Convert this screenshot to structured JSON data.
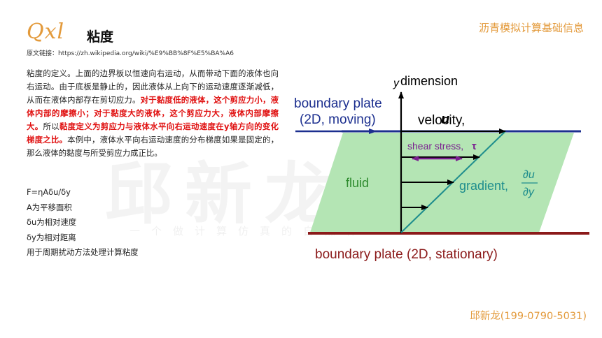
{
  "header": {
    "logo": "Qxl",
    "title": "粘度",
    "brand": "沥青模拟计算基础信息",
    "source": "原文链接：https://zh.wikipedia.org/wiki/%E9%BB%8F%E5%BA%A6"
  },
  "body": {
    "p_intro": "粘度的定义。上面的边界板以恒速向右运动，从而带动下面的液体也向右运动。由于底板是静止的，因此液体从上向下的运动速度逐渐减低，从而在液体内部存在剪切应力。",
    "p_red1": "对于黏度低的液体，这个剪应力小，液体内部的摩擦小；对于黏度大的液体，这个剪应力大，液体内部摩擦大。",
    "p_mid": "所以",
    "p_red2": "黏度定义为剪应力与液体水平向右运动速度在y轴方向的变化梯度之比。",
    "p_end": "本例中，液体水平向右运动速度的分布梯度如果是固定的，那么液体的黏度与所受剪应力成正比。"
  },
  "formulas": [
    "F=ηAδu/δy",
    "A为平移面积",
    "δu为相对速度",
    "δy为相对距离",
    "用于周期扰动方法处理计算粘度"
  ],
  "footer": {
    "contact": "邱新龙(199-0790-5031)"
  },
  "watermark": {
    "big": "邱新龙",
    "line": "一个做计算仿真的自媒体"
  },
  "diagram": {
    "top_plate_label_line1": "boundary plate",
    "top_plate_label_line2": "(2D, moving)",
    "y_axis_label": "y",
    "y_axis_word": "dimension",
    "velocity_label": "velocity,",
    "velocity_symbol": "u",
    "shear_label": "shear stress,",
    "shear_symbol": "τ",
    "fluid_label": "fluid",
    "gradient_label": "gradient,",
    "gradient_num": "∂u",
    "gradient_den": "∂y",
    "bottom_plate_label": "boundary plate (2D, stationary)",
    "colors": {
      "fluid": "#b4e5b4",
      "top_plate": "#1c2f8f",
      "bottom_plate": "#8b1a1a",
      "label_blue": "#1c2f8f",
      "shear": "#7a1f8f",
      "gradient": "#1e8d8d",
      "fluid_text": "#2e8b2e",
      "bottom_text": "#8b1a1a"
    }
  }
}
